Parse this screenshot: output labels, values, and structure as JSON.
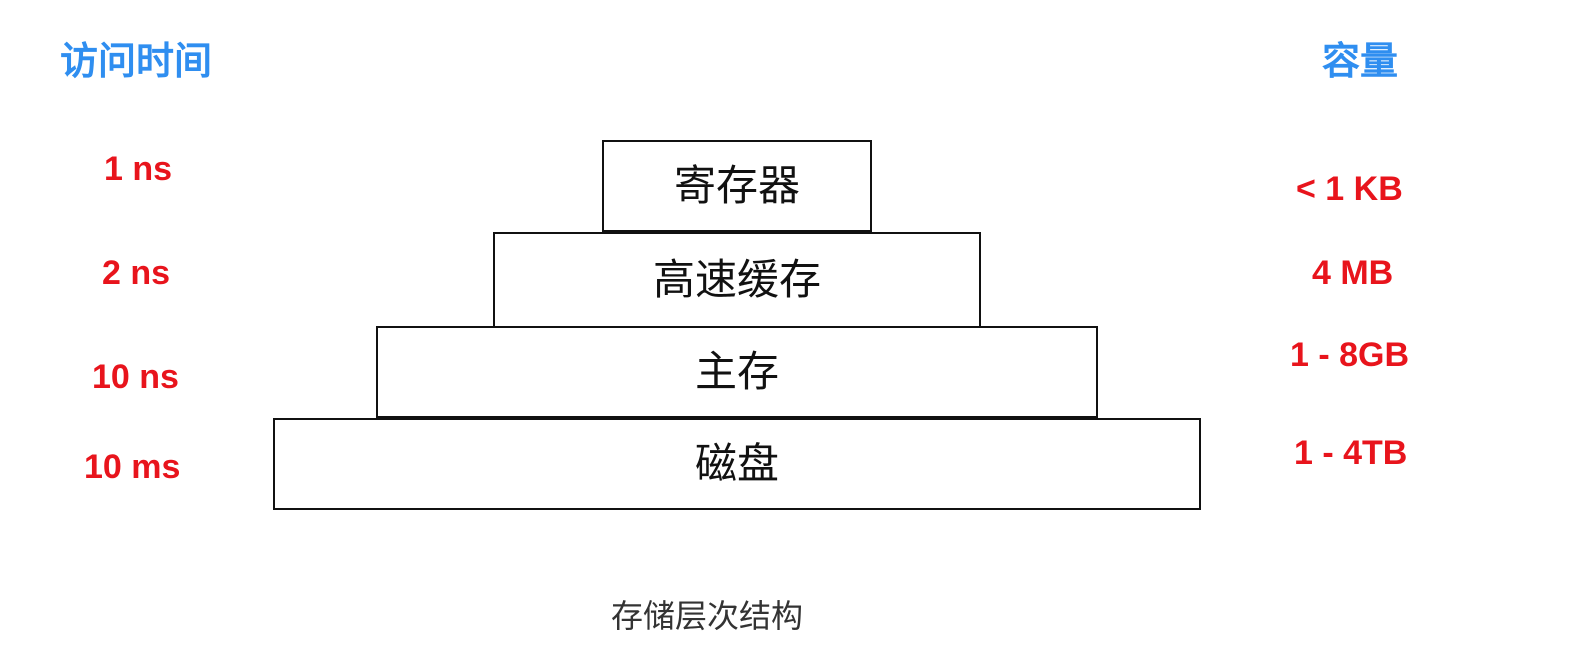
{
  "colors": {
    "heading": "#2f8ef0",
    "metric": "#e8141c",
    "border": "#111111",
    "caption": "#333333"
  },
  "headings": {
    "access_time": "访问时间",
    "capacity": "容量"
  },
  "levels": [
    {
      "name": "寄存器",
      "access_time": "1 ns",
      "capacity": "< 1 KB"
    },
    {
      "name": "高速缓存",
      "access_time": "2 ns",
      "capacity": "4 MB"
    },
    {
      "name": "主存",
      "access_time": "10 ns",
      "capacity": "1 - 8GB"
    },
    {
      "name": "磁盘",
      "access_time": "10 ms",
      "capacity": "1 - 4TB"
    }
  ],
  "caption": "存储层次结构"
}
